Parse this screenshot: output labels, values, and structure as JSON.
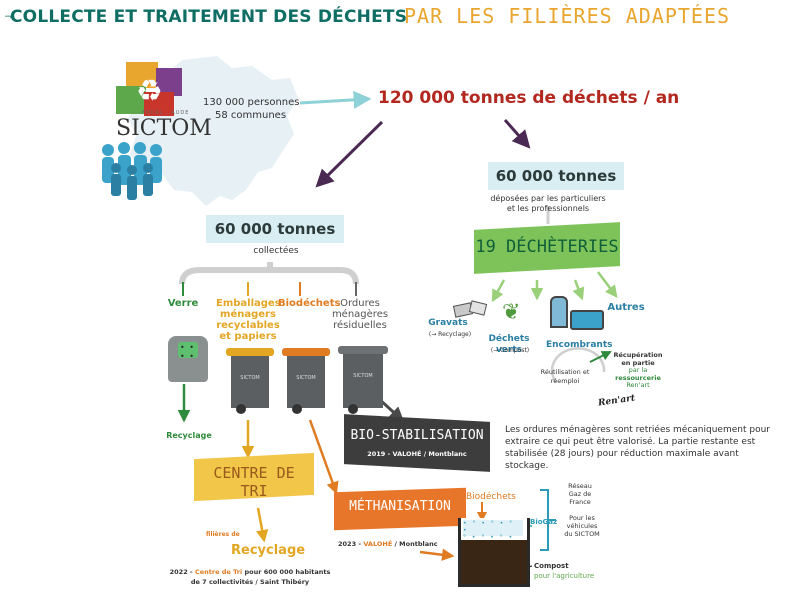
{
  "header": {
    "title": "COLLECTE ET TRAITEMENT DES DÉCHETS",
    "subtitle": "PAR LES FILIÈRES ADAPTÉES"
  },
  "sictom": {
    "logo_small": "FOCAL · AUDE",
    "logo_name": "SICTOM",
    "population": "130 000 personnes",
    "communes": "58 communes"
  },
  "total": "120 000 tonnes de déchets / an",
  "collected": {
    "tonnage": "60 000 tonnes",
    "label": "collectées",
    "categories": [
      "Verre",
      "Emballages ménagers recyclables et papiers",
      "Biodéchets",
      "Ordures ménagères résiduelles"
    ]
  },
  "deposited": {
    "tonnage": "60 000 tonnes",
    "label": "déposées par les particuliers et les professionnels",
    "dechetteries": "19 DÉCHÈTERIES",
    "gravats": "Gravats",
    "gravats_note": "(→ Recyclage)",
    "dechets_verts": "Déchets verts",
    "dechets_verts_note": "(→ Compost)",
    "encombrants": "Encombrants",
    "autres": "Autres",
    "reuse": "Réutilisation et réemploi",
    "recuperation_1": "Récupération",
    "recuperation_2": "en partie",
    "recuperation_3": "par la",
    "recuperation_4": "ressourcerie",
    "recuperation_5": "Ren'art",
    "renart_logo": "Ren'art"
  },
  "verre_recycling": "Recyclage",
  "bio_stabilisation": {
    "title": "BIO-STABILISATION",
    "caption": "2019 - VALOHÉ / Montblanc",
    "description": "Les ordures ménagères sont retriées mécaniquement pour extraire ce qui peut être valorisé. La partie restante est stabilisée (28 jours) pour réduction maximale avant stockage."
  },
  "centre_tri": {
    "title": "CENTRE DE TRI",
    "filieres": "filières de",
    "recyclage": "Recyclage",
    "caption_1_a": "2022 - ",
    "caption_1_b": "Centre de Tri",
    "caption_1_c": " pour 600 000 habitants",
    "caption_2": "de 7 collectivités / Saint Thibéry"
  },
  "methanisation": {
    "title": "MÉTHANISATION",
    "caption_a": "2023 - ",
    "caption_b": "VALOHÉ",
    "caption_c": " / Montblanc",
    "biodechets": "Biodéchets",
    "biogaz": "BioGaz",
    "reseau": "Réseau Gaz de France",
    "vehicules": "Pour les véhicules du SICTOM",
    "compost": "Compost",
    "compost_note": "pour l'agriculture"
  },
  "bin_label": "SICTOM",
  "colors": {
    "teal": "#0f6e64",
    "gold": "#e9a62e",
    "red": "#b3281e",
    "green_banner": "#7ec35a",
    "orange_banner": "#e8762a",
    "dark_banner": "#3d3d3d"
  }
}
